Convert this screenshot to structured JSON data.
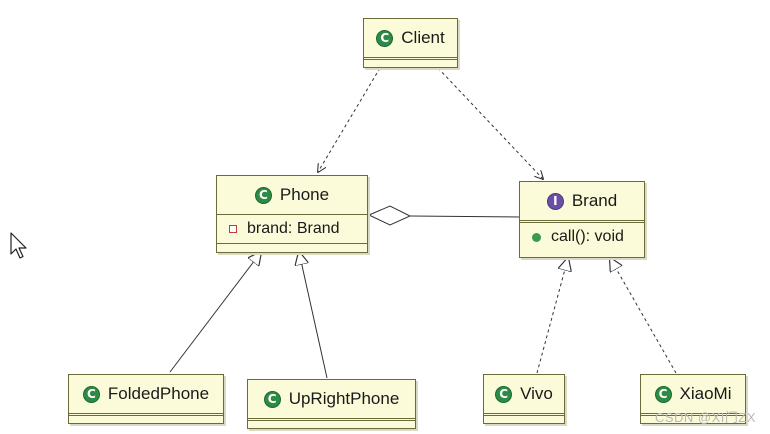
{
  "classes": {
    "client": {
      "name": "Client",
      "kind": "class"
    },
    "phone": {
      "name": "Phone",
      "kind": "class",
      "attributes": [
        "brand: Brand"
      ]
    },
    "brand": {
      "name": "Brand",
      "kind": "interface",
      "methods": [
        "call(): void"
      ]
    },
    "folded_phone": {
      "name": "FoldedPhone",
      "kind": "class"
    },
    "upright_phone": {
      "name": "UpRightPhone",
      "kind": "class"
    },
    "vivo": {
      "name": "Vivo",
      "kind": "class"
    },
    "xiaomi": {
      "name": "XiaoMi",
      "kind": "class"
    }
  },
  "relationships": [
    {
      "from": "Client",
      "to": "Phone",
      "type": "dependency"
    },
    {
      "from": "Client",
      "to": "Brand",
      "type": "dependency"
    },
    {
      "from": "Phone",
      "to": "Brand",
      "type": "aggregation"
    },
    {
      "from": "FoldedPhone",
      "to": "Phone",
      "type": "generalization"
    },
    {
      "from": "UpRightPhone",
      "to": "Phone",
      "type": "generalization"
    },
    {
      "from": "Vivo",
      "to": "Brand",
      "type": "realization"
    },
    {
      "from": "XiaoMi",
      "to": "Brand",
      "type": "realization"
    }
  ],
  "badges": {
    "class": "C",
    "interface": "I"
  },
  "watermark": "CSDN @XI门ZX",
  "colors": {
    "class_fill": "#fbfbd9",
    "class_border": "#6b6b3a",
    "class_badge": "#2e8b45",
    "interface_badge": "#6b4fa7",
    "private_marker": "#c23b3b",
    "public_marker": "#3a9a4c"
  }
}
